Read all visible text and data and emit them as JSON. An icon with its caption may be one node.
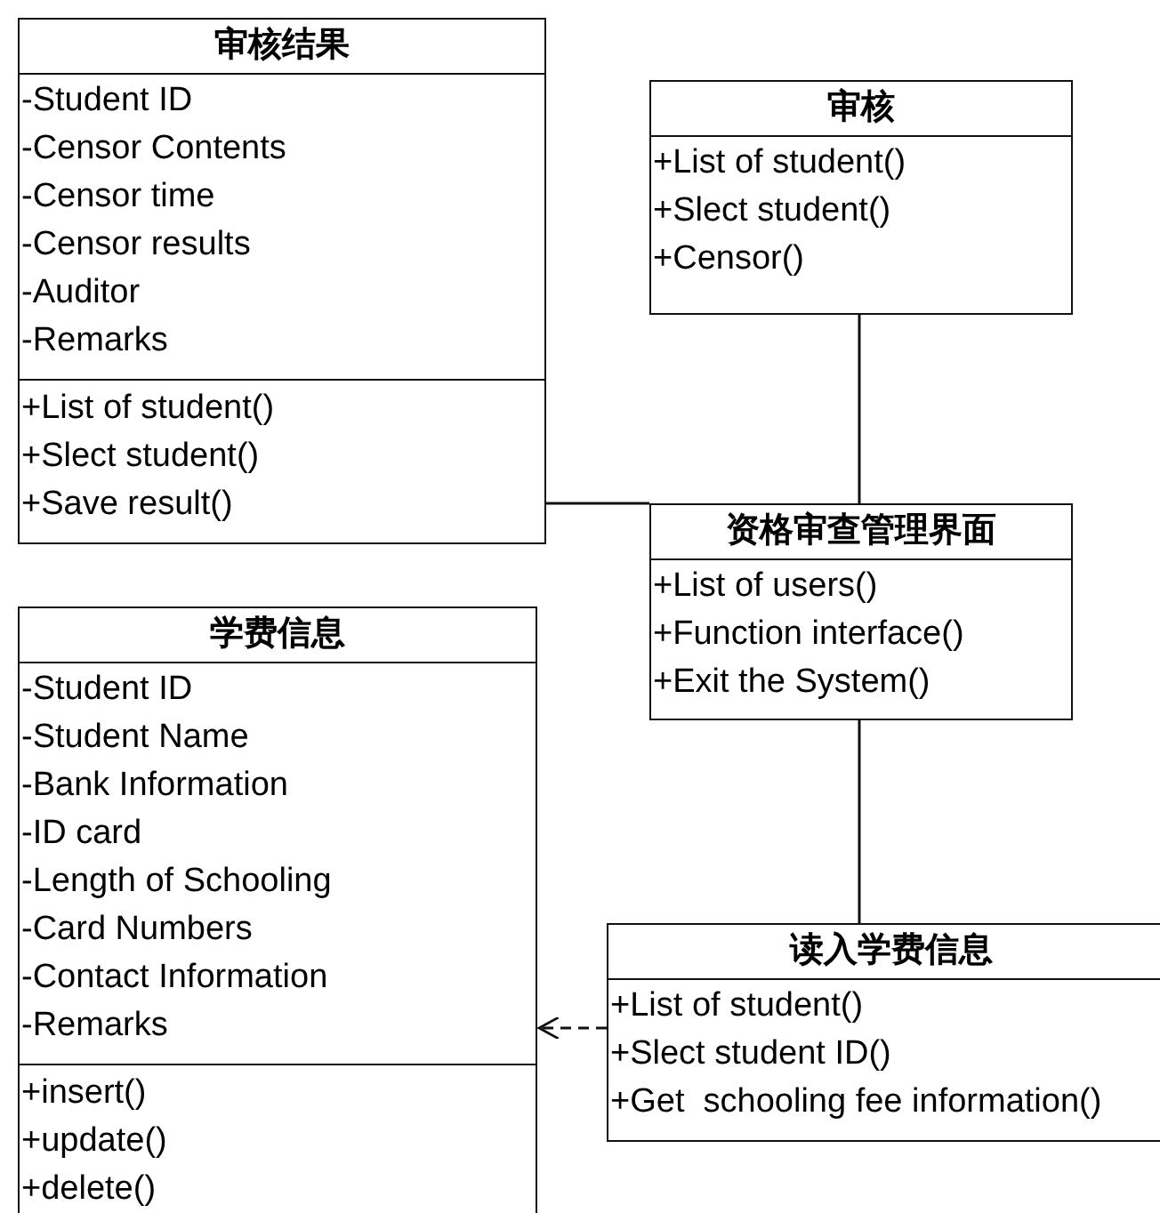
{
  "diagram": {
    "nodes": [
      {
        "text": [
          "审核结果",
          "-Student ID",
          "-Censor Contents",
          "-Censor time",
          "-Censor results",
          "-Auditor",
          "-Remarks",
          "+List of student()",
          "+Slect student()",
          "+Save result()"
        ]
      },
      {
        "text": [
          "审核",
          "+List of student()",
          "+Slect student()",
          "+Censor()"
        ]
      },
      {
        "text": [
          "资格审查管理界面",
          "+List of users()",
          "+Function interface()",
          "+Exit the System()"
        ]
      },
      {
        "text": [
          "学费信息",
          "-Student ID",
          "-Student Name",
          "-Bank Information",
          "-ID card",
          "-Length of Schooling",
          "-Card Numbers",
          "-Contact Information",
          "-Remarks",
          "+insert()",
          "+update()",
          "+delete()"
        ]
      },
      {
        "text": [
          "读入学费信息",
          "+List of student()",
          "+Slect student ID()",
          "+Get  schooling fee information()"
        ]
      }
    ],
    "edges": [
      {
        "from": 1,
        "to": 2,
        "arrow": "none"
      },
      {
        "from": 0,
        "to": 2,
        "arrow": "none"
      },
      {
        "from": 2,
        "to": 4,
        "arrow": "none"
      },
      {
        "from": 4,
        "to": 3,
        "arrow": "to",
        "style": "dashed"
      }
    ]
  }
}
